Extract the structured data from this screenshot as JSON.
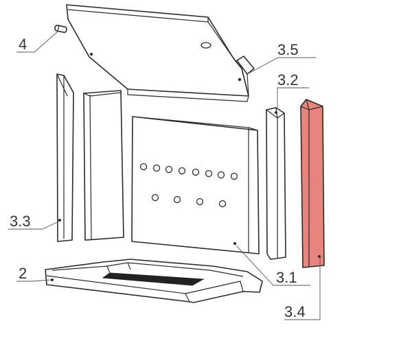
{
  "diagram": {
    "labels": {
      "p4": "4",
      "p35": "3.5",
      "p32": "3.2",
      "p33": "3.3",
      "p31": "3.1",
      "p34": "3.4",
      "p2": "2"
    },
    "colors": {
      "highlight": "#e7847c",
      "line": "#2a2a2a",
      "background": "#ffffff"
    }
  }
}
